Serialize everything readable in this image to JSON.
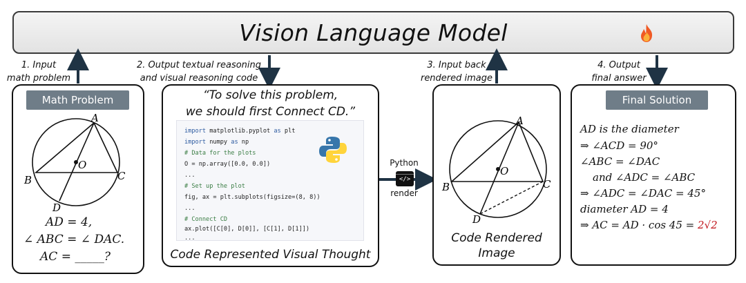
{
  "header": {
    "title": "Vision Language Model",
    "icon": "fire-icon"
  },
  "steps": {
    "s1": {
      "line1": "1. Input",
      "line2": "math problem"
    },
    "s2": {
      "line1": "2. Output textual reasoning",
      "line2": "and visual reasoning code"
    },
    "s3": {
      "line1": "3. Input back",
      "line2": "rendered image"
    },
    "s4": {
      "line1": "4. Output",
      "line2": "final answer"
    }
  },
  "problem": {
    "tag": "Math Problem",
    "points": {
      "A": "A",
      "B": "B",
      "C": "C",
      "D": "D",
      "O": "O"
    },
    "lines": [
      "AD  =  4,",
      "∠ ABC  =  ∠ DAC.",
      "AC  =  _____?"
    ]
  },
  "code_panel": {
    "quote_line1": "“To solve this problem,",
    "quote_line2": "we should first Connect CD.”",
    "code": [
      "import matplotlib.pyplot as plt",
      "import numpy as np",
      "# Data for the plots",
      "O = np.array([0.0, 0.0])",
      "...",
      "# Set up the plot",
      "fig, ax = plt.subplots(figsize=(8, 8))",
      "...",
      "# Connect CD",
      "ax.plot([C[0], D[0]], [C[1], D[1]])",
      "..."
    ],
    "caption": "Code Represented Visual Thought",
    "python_icon": "python-logo-icon"
  },
  "render": {
    "top": "Python",
    "bottom": "render",
    "icon": "code-render-icon"
  },
  "rendered": {
    "points": {
      "A": "A",
      "B": "B",
      "C": "C",
      "D": "D",
      "O": "O"
    },
    "caption_line1": "Code Rendered",
    "caption_line2": "Image"
  },
  "solution": {
    "tag": "Final Solution",
    "lines": [
      "AD is the diameter",
      "⇒ ∠ACD  =  90°",
      "∠ABC  =  ∠DAC",
      "and ∠ADC  =  ∠ABC",
      "⇒ ∠ADC  =  ∠DAC  =  45°",
      "diameter AD  =  4",
      "⇒ AC  =  AD · cos 45  =  "
    ],
    "answer": "2√2"
  },
  "colors": {
    "arrow": "#1f3344",
    "tag_bg": "#6f7d88",
    "answer": "#c0141b"
  }
}
